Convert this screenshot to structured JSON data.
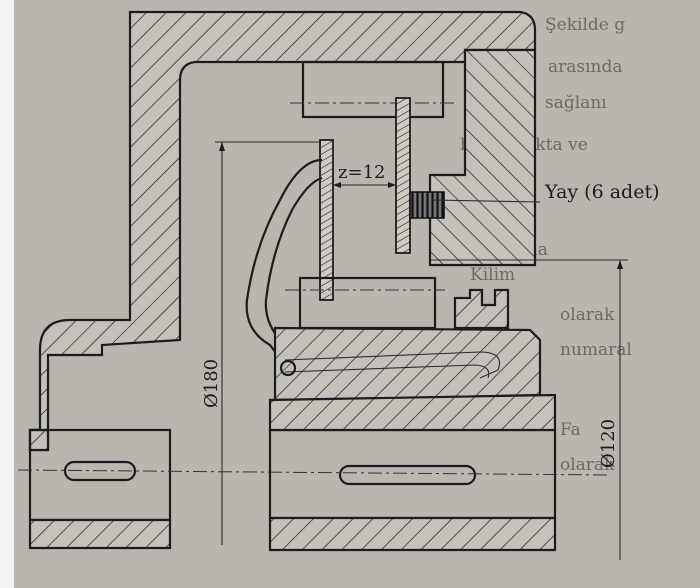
{
  "labels": {
    "spring": "Yay (6 adet)",
    "gap": "z=12",
    "outer_diameter": "Ø180",
    "inner_diameter": "Ø120"
  },
  "background_text_lines": [
    "Şekilde g",
    "arasında",
    "sağlanı",
    "bulunmakta ve",
    "meydana",
    "Kilim",
    "olarak",
    "numaral",
    "Fa",
    "olarak"
  ],
  "colors": {
    "paper": "#b9b6b0",
    "ink": "#1c1c1c",
    "margin_white": "#f4f4f4"
  }
}
